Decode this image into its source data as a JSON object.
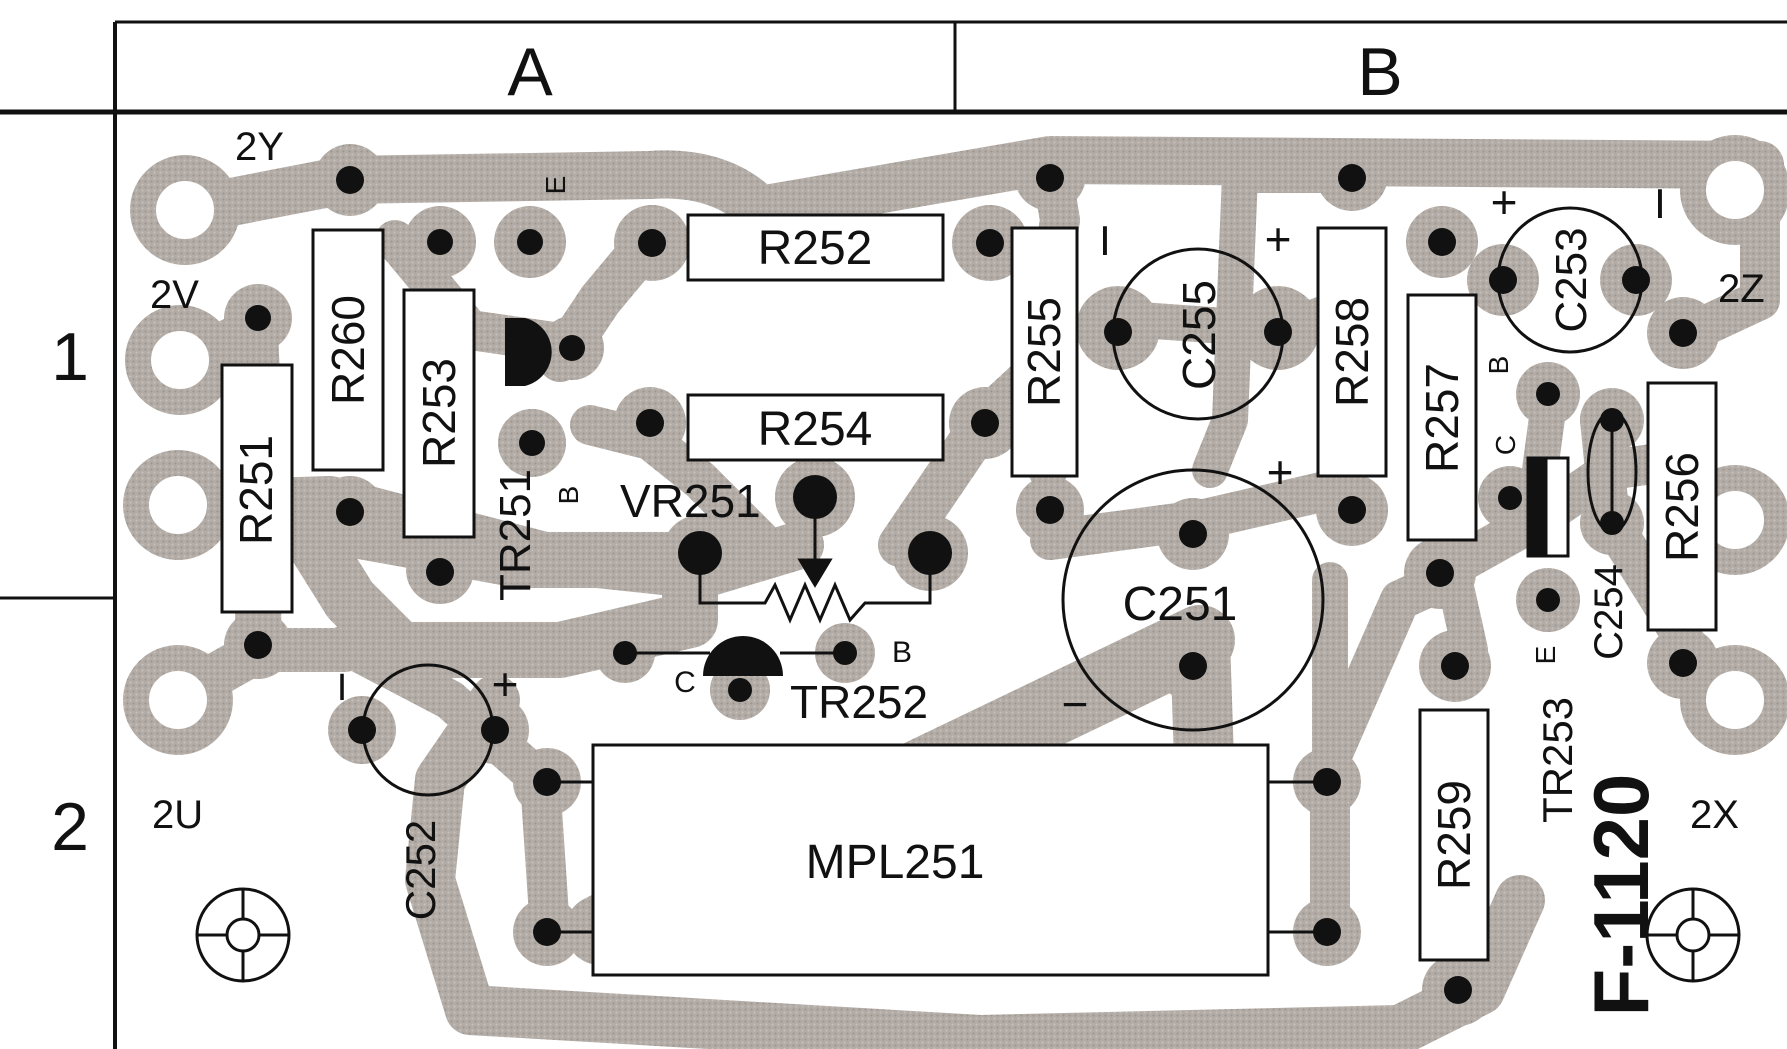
{
  "grid": {
    "columns": [
      "A",
      "B"
    ],
    "rows": [
      "1",
      "2"
    ]
  },
  "board_id": "F-1120",
  "colors": {
    "copper": "#b3aca6",
    "ink": "#111111",
    "paper": "#ffffff"
  },
  "terminals": {
    "t2y": "2Y",
    "t2v": "2V",
    "t2u": "2U",
    "t2z": "2Z",
    "t2x": "2X"
  },
  "resistors": {
    "r251": "R251",
    "r252": "R252",
    "r253": "R253",
    "r254": "R254",
    "r255": "R255",
    "r256": "R256",
    "r257": "R257",
    "r258": "R258",
    "r259": "R259",
    "r260": "R260"
  },
  "capacitors": {
    "c251": "C251",
    "c252": "C252",
    "c253": "C253",
    "c254": "C254",
    "c255": "C255"
  },
  "transistors": {
    "tr251": "TR251",
    "tr252": "TR252",
    "tr253": "TR253"
  },
  "others": {
    "vr251": "VR251",
    "mpl251": "MPL251"
  },
  "pin_marks": {
    "e": "E",
    "b": "B",
    "c": "C",
    "plus": "+",
    "minus": "−",
    "bar": "I"
  },
  "mounting_holes": [
    "left-mounting-hole",
    "right-mounting-hole"
  ]
}
